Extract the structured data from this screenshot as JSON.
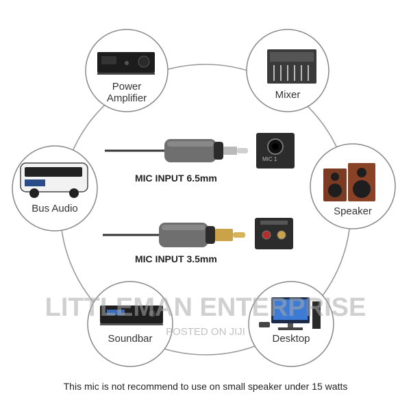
{
  "devices": {
    "power_amplifier": {
      "label_line1": "Power",
      "label_line2": "Amplifier"
    },
    "mixer": {
      "label": "Mixer"
    },
    "bus_audio": {
      "label": "Bus Audio"
    },
    "speaker": {
      "label": "Speaker"
    },
    "soundbar": {
      "label": "Soundbar"
    },
    "desktop": {
      "label": "Desktop"
    }
  },
  "inputs": {
    "mic_65": {
      "label": "MIC INPUT 6.5mm",
      "jack_label": "MIC 1"
    },
    "mic_35": {
      "label": "MIC INPUT 3.5mm"
    }
  },
  "watermark": {
    "title": "LITTLEMAN ENTERPRISE",
    "subtitle": "POSTED ON JIJI"
  },
  "footer": {
    "note": "This mic is not recommend to use on small speaker under 15 watts"
  },
  "colors": {
    "ring": "#9a9a9a",
    "receiver": "#6f6f6f",
    "plug_gold": "#c9a24a"
  }
}
